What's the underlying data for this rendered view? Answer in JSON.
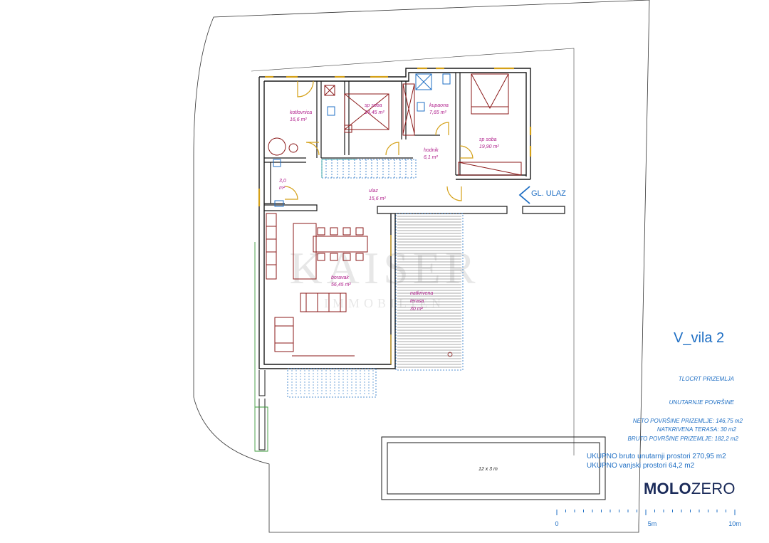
{
  "rooms": {
    "kotlovnica": {
      "name": "kotlovnica",
      "area": "16,6 m²"
    },
    "sp_soba_1": {
      "name": "sp soba",
      "area": "14,45 m²"
    },
    "kupaona": {
      "name": "kupaona",
      "area": "7,65 m²"
    },
    "sp_soba_2": {
      "name": "sp soba",
      "area": "19,90 m²"
    },
    "hodnik": {
      "name": "hodnik",
      "area": "6,1 m²"
    },
    "wc": {
      "name": "3,0",
      "area": "m²"
    },
    "ulaz": {
      "name": "ulaz",
      "area": "15,6 m²"
    },
    "boravak": {
      "name": "boravak",
      "area": "56,45 m²"
    },
    "terasa": {
      "name_line1": "natkrivena",
      "name_line2": "terasa",
      "area": "30 m²"
    }
  },
  "entrance_label": "GL. ULAZ",
  "pool_label": "12 x 3 m",
  "title": "V_vila 2",
  "info": {
    "heading": "TLOCRT PRIZEMLJA",
    "subheading": "UNUTARNJE POVRŠINE",
    "neto": "NETO POVRŠINE PRIZEMLJE: 146,75 m2",
    "natkrivena": "NATKRIVENA TERASA: 30 m2",
    "bruto": "BRUTO POVRŠINE PRIZEMLJE: 182,2 m2",
    "ukupno_bruto": "UKUPNO bruto unutarnji prostori  270,95 m2",
    "ukupno_vanjski": "UKUPNO vanjski prostori 64,2 m2"
  },
  "watermark": {
    "main": "KAISER",
    "sub": "IMMOBILIEN"
  },
  "brand": {
    "bold": "MOLO",
    "regular": "ZERO"
  },
  "scale": {
    "zero": "0",
    "mid": "5m",
    "end": "10m"
  },
  "colors": {
    "wall": "#1a1a1a",
    "furniture": "#8b1a1a",
    "label": "#b0208c",
    "blue": "#1f6fc4",
    "door": "#d4a017",
    "green": "#3a9a3a",
    "brand": "#1b2b5a"
  }
}
